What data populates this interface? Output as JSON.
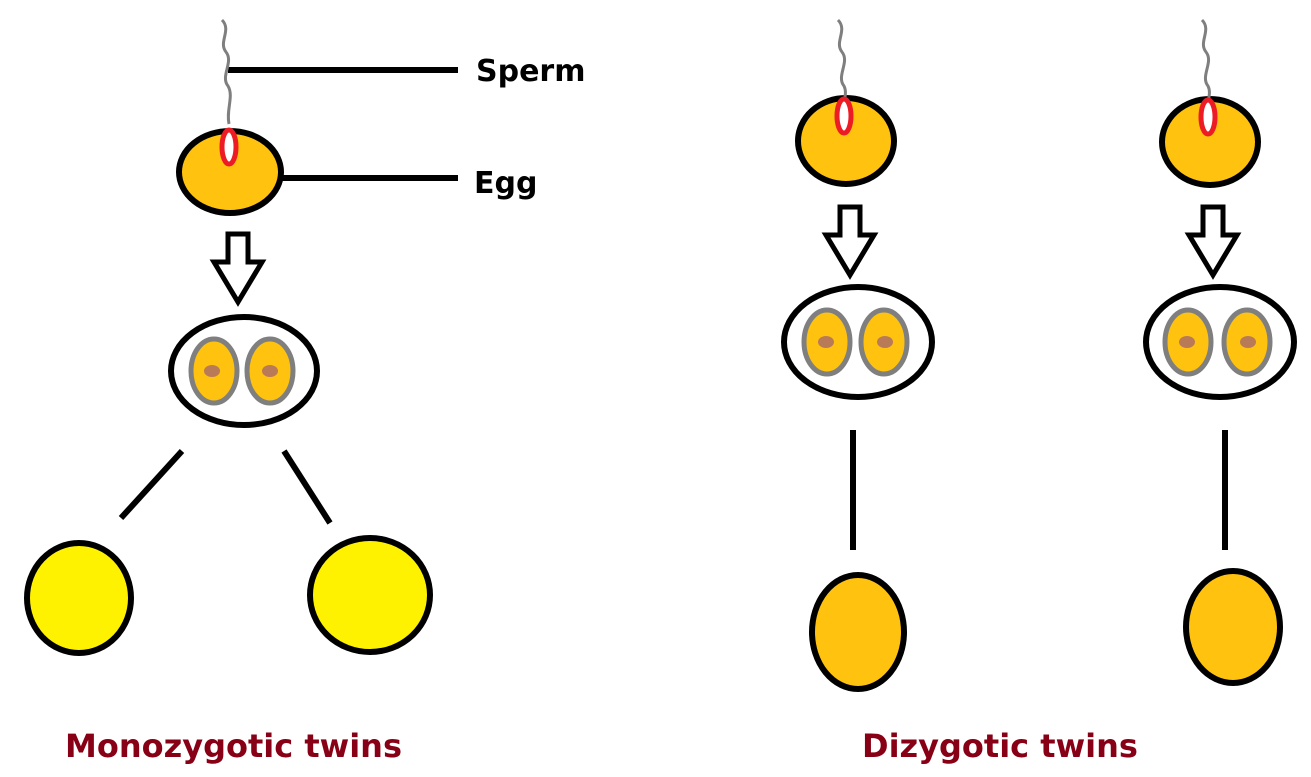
{
  "labels": {
    "sperm": "Sperm",
    "egg": "Egg"
  },
  "captions": {
    "monozygotic": "Monozygotic twins",
    "dizygotic": "Dizygotic twins"
  },
  "colors": {
    "egg_fill": "#FFC20E",
    "twin_mono_fill": "#FFF200",
    "twin_di_fill": "#FFC20E",
    "sperm_head": "#ED1C24",
    "sperm_tail": "#7F7F7F",
    "cell_outline": "#7F7F7F",
    "nucleus": "#B97A57",
    "caption": "#880015",
    "stroke": "#000000"
  }
}
